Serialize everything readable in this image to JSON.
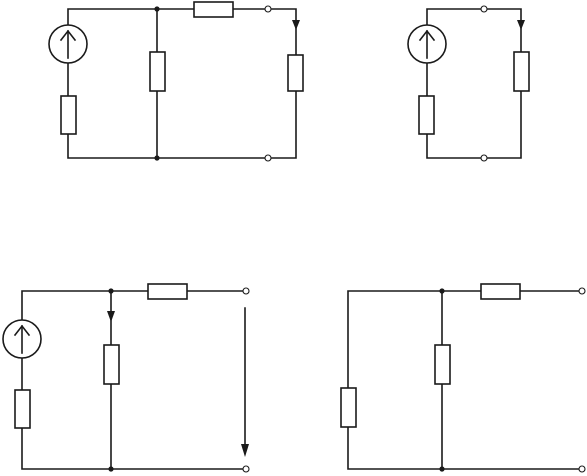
{
  "diagram": {
    "description_free": true,
    "circuits": [
      {
        "id": "circuit-a"
      },
      {
        "id": "circuit-b"
      },
      {
        "id": "circuit-c"
      },
      {
        "id": "circuit-d"
      }
    ],
    "colors": {
      "ink": "#1a1a1a",
      "background": "#ffffff"
    }
  }
}
